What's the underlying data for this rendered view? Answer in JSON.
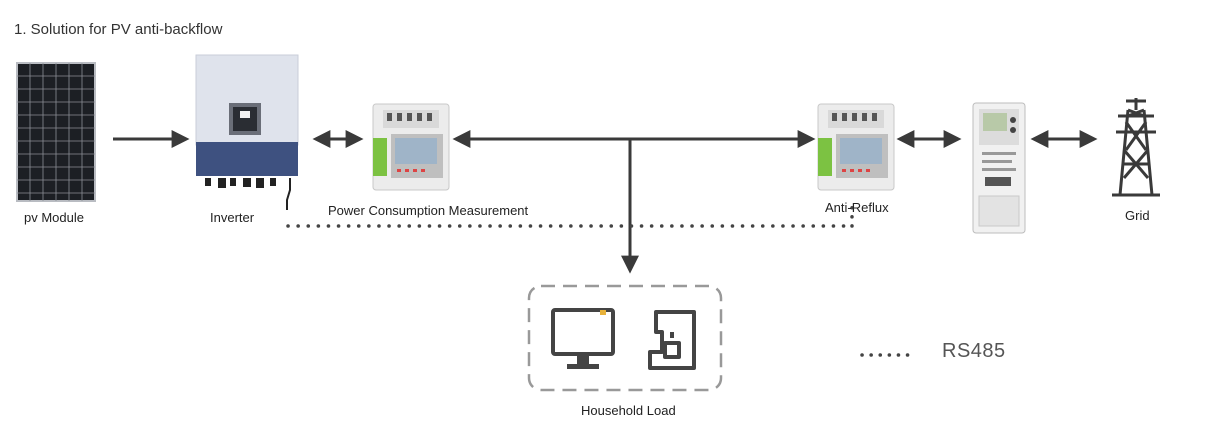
{
  "title": "1. Solution for PV anti-backflow",
  "components": {
    "pv_module": "pv Module",
    "inverter": "Inverter",
    "power_meter": "Power Consumption Measurement",
    "anti_reflux": "Anti-Reflux",
    "grid": "Grid",
    "household_load": "Household Load"
  },
  "legend": {
    "rs485": "RS485"
  },
  "colors": {
    "arrow": "#3a3a3a",
    "inverter_top": "#dfe3ec",
    "inverter_bottom": "#3e5180",
    "meter_body": "#ececec",
    "meter_accent": "#7cc242",
    "solar_cell": "#1c1f24",
    "dash_box": "#999999"
  }
}
